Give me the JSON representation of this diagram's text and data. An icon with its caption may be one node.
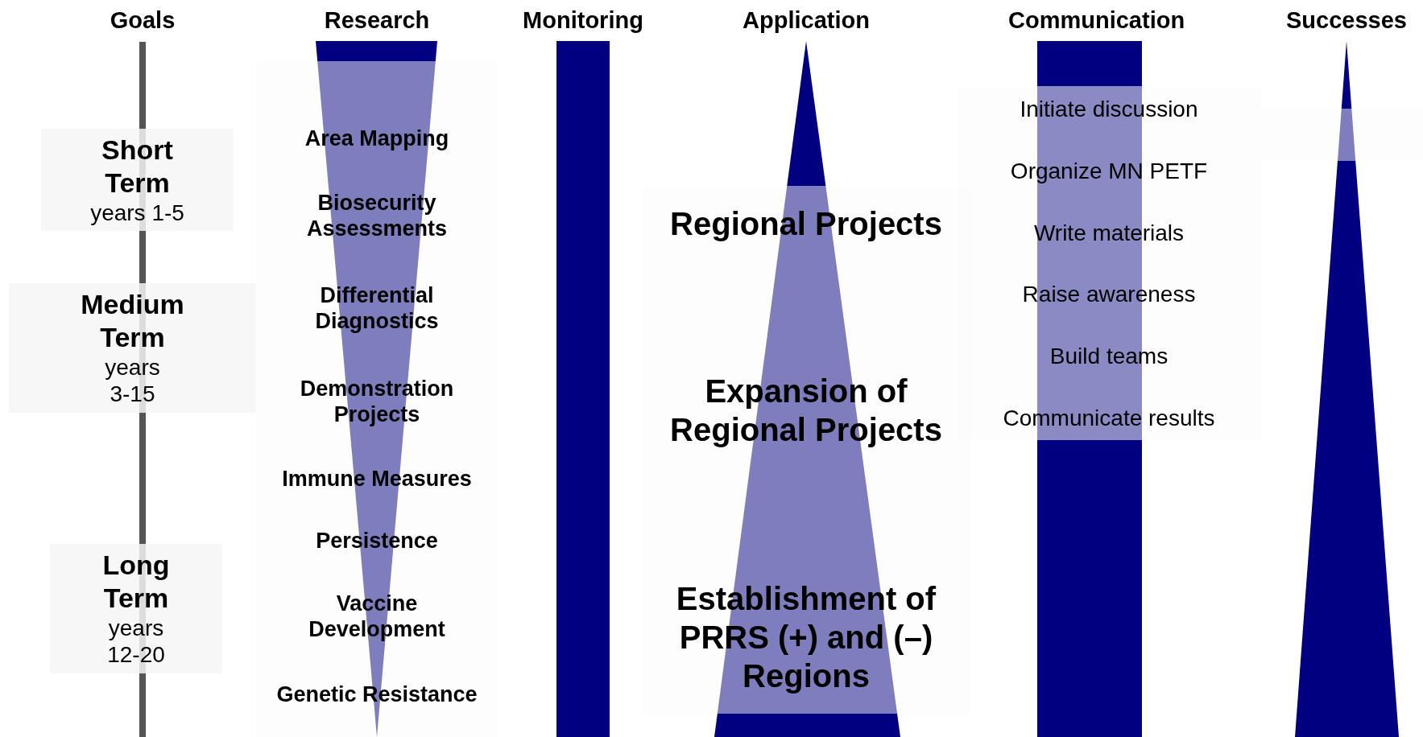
{
  "diagram": {
    "nodes": [
      {
        "text": [
          "Goals"
        ]
      },
      {
        "text": [
          "Short Term",
          "years 1-5"
        ]
      },
      {
        "text": [
          "Medium Term",
          "years 3-15"
        ]
      },
      {
        "text": [
          "Long Term",
          "years 12-20"
        ]
      },
      {
        "text": [
          "Research",
          "Area Mapping",
          "Biosecurity Assessments",
          "Differential Diagnostics",
          "Demonstration Projects",
          "Immune Measures",
          "Persistence",
          "Vaccine Development",
          "Genetic Resistance"
        ]
      },
      {
        "text": [
          "Monitoring"
        ]
      },
      {
        "text": [
          "Application",
          "Regional Projects",
          "Expansion of Regional Projects",
          "Establishment of PRRS (+) and (–) Regions"
        ]
      },
      {
        "text": [
          "Communication",
          "Initiate discussion",
          "Organize MN PETF",
          "Write materials",
          "Raise awareness",
          "Build teams",
          "Communicate results"
        ]
      },
      {
        "text": [
          "Successes"
        ]
      }
    ],
    "edges": []
  }
}
